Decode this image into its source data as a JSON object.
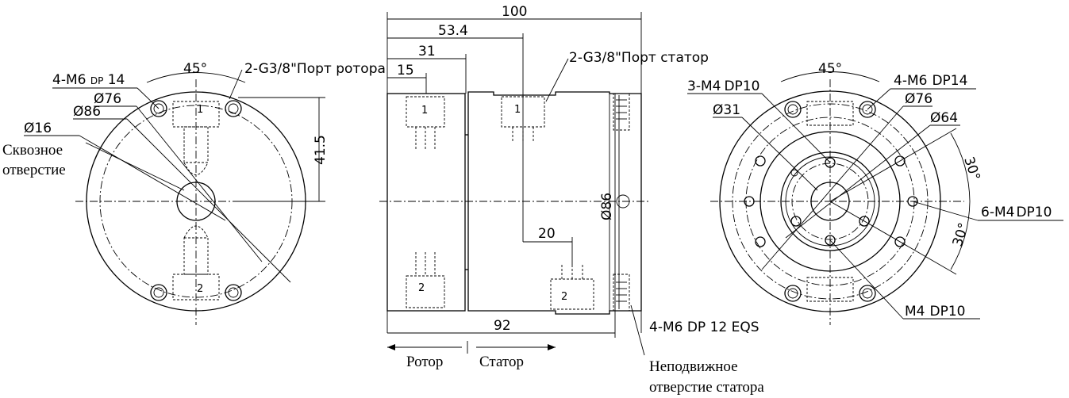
{
  "left_view": {
    "holes_label_prefix": "4-M6",
    "holes_label_dp": "DP",
    "holes_label_depth": "14",
    "port_label": "2-G3/8\"Порт ротора",
    "angle": "45°",
    "dia_76": "Ø76",
    "dia_86": "Ø86",
    "dia_16": "Ø16",
    "through_hole_line1": "Сквозное",
    "through_hole_line2": "отверстие",
    "dim_41_5": "41.5",
    "port_num_1": "1",
    "port_num_2": "2"
  },
  "middle_view": {
    "dim_100": "100",
    "dim_53_4": "53.4",
    "dim_31": "31",
    "dim_15": "15",
    "port_label": "2-G3/8\"Порт статор",
    "dia_86": "Ø86",
    "dim_20": "20",
    "dim_92": "92",
    "holes_label": "4-M6 DP 12 EQS",
    "rotor": "Ротор",
    "stator": "Статор",
    "fixed_line1": "Неподвижное",
    "fixed_line2": "отверстие статора",
    "port_num_1a": "1",
    "port_num_1b": "1",
    "port_num_2a": "2",
    "port_num_2b": "2"
  },
  "right_view": {
    "angle": "45°",
    "holes_3_prefix": "3-M4",
    "holes_3_dp": "DP10",
    "holes_4_prefix": "4-M6",
    "holes_4_dp": "DP14",
    "dia_31": "Ø31",
    "dia_76": "Ø76",
    "dia_64": "Ø64",
    "angle_30a": "30°",
    "angle_30b": "30°",
    "holes_6_prefix": "6-M4",
    "holes_6_dp": "DP10",
    "m4_prefix": "M4",
    "m4_dp": "DP10"
  }
}
